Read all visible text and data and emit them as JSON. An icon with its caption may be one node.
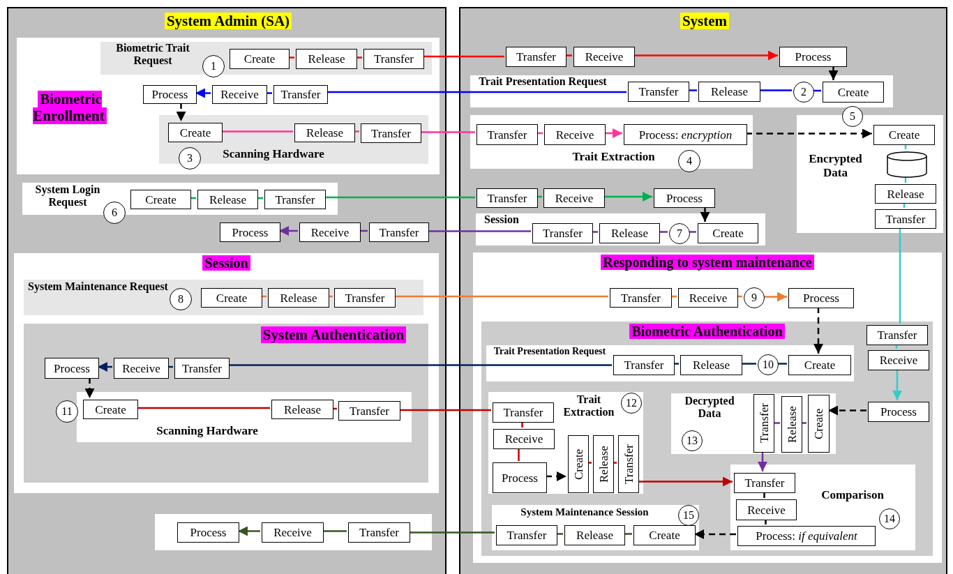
{
  "diagram": {
    "nodes": [
      {
        "text": [
          "System Admin (SA)"
        ]
      },
      {
        "text": [
          "System"
        ]
      },
      {
        "text": [
          "Biometric Enrollment"
        ],
        "in": 0
      },
      {
        "text": [
          "Biometric Trait Request"
        ],
        "in": 2
      },
      {
        "text": [
          "Create"
        ],
        "in": 3
      },
      {
        "text": [
          "Release"
        ],
        "in": 3
      },
      {
        "text": [
          "Transfer"
        ],
        "in": 3
      },
      {
        "text": [
          "1"
        ],
        "in": 3
      },
      {
        "text": [
          "Transfer"
        ],
        "in": 1
      },
      {
        "text": [
          "Receive"
        ],
        "in": 1
      },
      {
        "text": [
          "Process"
        ],
        "in": 1
      },
      {
        "text": [
          "Trait Presentation Request"
        ],
        "in": 1
      },
      {
        "text": [
          "Transfer"
        ],
        "in": 11
      },
      {
        "text": [
          "Release"
        ],
        "in": 11
      },
      {
        "text": [
          "2"
        ],
        "in": 11
      },
      {
        "text": [
          "Create"
        ],
        "in": 11
      },
      {
        "text": [
          "Process"
        ],
        "in": 2
      },
      {
        "text": [
          "Receive"
        ],
        "in": 2
      },
      {
        "text": [
          "Transfer"
        ],
        "in": 2
      },
      {
        "text": [
          "Scanning Hardware"
        ],
        "in": 2
      },
      {
        "text": [
          "Create"
        ],
        "in": 19
      },
      {
        "text": [
          "Release"
        ],
        "in": 19
      },
      {
        "text": [
          "Transfer"
        ],
        "in": 19
      },
      {
        "text": [
          "3"
        ],
        "in": 19
      },
      {
        "text": [
          "Trait Extraction"
        ],
        "in": 1
      },
      {
        "text": [
          "Transfer"
        ],
        "in": 24
      },
      {
        "text": [
          "Receive"
        ],
        "in": 24
      },
      {
        "text": [
          "Process: *encryption*"
        ],
        "in": 24
      },
      {
        "text": [
          "4"
        ],
        "in": 24
      },
      {
        "text": [
          "Encrypted Data"
        ],
        "in": 1
      },
      {
        "text": [
          "5"
        ],
        "in": 29
      },
      {
        "text": [
          "Create"
        ],
        "in": 29
      },
      {
        "text": [],
        "shape": "cylinder",
        "in": 29
      },
      {
        "text": [
          "Release"
        ],
        "in": 29
      },
      {
        "text": [
          "Transfer"
        ],
        "in": 29
      },
      {
        "text": [
          "System Login Request"
        ],
        "in": 0
      },
      {
        "text": [
          "Create"
        ],
        "in": 35
      },
      {
        "text": [
          "Release"
        ],
        "in": 35
      },
      {
        "text": [
          "Transfer"
        ],
        "in": 35
      },
      {
        "text": [
          "6"
        ],
        "in": 35
      },
      {
        "text": [
          "Transfer"
        ],
        "in": 1
      },
      {
        "text": [
          "Receive"
        ],
        "in": 1
      },
      {
        "text": [
          "Process"
        ],
        "in": 1
      },
      {
        "text": [
          "Session"
        ],
        "in": 1
      },
      {
        "text": [
          "Transfer"
        ],
        "in": 43
      },
      {
        "text": [
          "Release"
        ],
        "in": 43
      },
      {
        "text": [
          "7"
        ],
        "in": 43
      },
      {
        "text": [
          "Create"
        ],
        "in": 43
      },
      {
        "text": [
          "Process"
        ],
        "in": 0
      },
      {
        "text": [
          "Receive"
        ],
        "in": 0
      },
      {
        "text": [
          "Transfer"
        ],
        "in": 0
      },
      {
        "text": [
          "Session"
        ],
        "in": 0
      },
      {
        "text": [
          "System Maintenance Request"
        ],
        "in": 51
      },
      {
        "text": [
          "8"
        ],
        "in": 52
      },
      {
        "text": [
          "Create"
        ],
        "in": 52
      },
      {
        "text": [
          "Release"
        ],
        "in": 52
      },
      {
        "text": [
          "Transfer"
        ],
        "in": 52
      },
      {
        "text": [
          "System Authentication"
        ],
        "in": 51
      },
      {
        "text": [
          "Process"
        ],
        "in": 57
      },
      {
        "text": [
          "Receive"
        ],
        "in": 57
      },
      {
        "text": [
          "Transfer"
        ],
        "in": 57
      },
      {
        "text": [
          "Scanning Hardware"
        ],
        "in": 57
      },
      {
        "text": [
          "11"
        ],
        "in": 57
      },
      {
        "text": [
          "Create"
        ],
        "in": 61
      },
      {
        "text": [
          "Release"
        ],
        "in": 61
      },
      {
        "text": [
          "Transfer"
        ],
        "in": 61
      },
      {
        "text": [],
        "shape": "box",
        "in": 0
      },
      {
        "text": [
          "Process"
        ],
        "in": 66
      },
      {
        "text": [
          "Receive"
        ],
        "in": 66
      },
      {
        "text": [
          "Transfer"
        ],
        "in": 66
      },
      {
        "text": [
          "Responding to system maintenance"
        ],
        "in": 1
      },
      {
        "text": [
          "Transfer"
        ],
        "in": 70
      },
      {
        "text": [
          "Receive"
        ],
        "in": 70
      },
      {
        "text": [
          "9"
        ],
        "in": 70
      },
      {
        "text": [
          "Process"
        ],
        "in": 70
      },
      {
        "text": [
          "Biometric Authentication"
        ],
        "in": 70
      },
      {
        "text": [
          "Trait Presentation Request"
        ],
        "in": 75
      },
      {
        "text": [
          "Transfer"
        ],
        "in": 76
      },
      {
        "text": [
          "Release"
        ],
        "in": 76
      },
      {
        "text": [
          "10"
        ],
        "in": 76
      },
      {
        "text": [
          "Create"
        ],
        "in": 76
      },
      {
        "text": [
          "Trait Extraction"
        ],
        "in": 75
      },
      {
        "text": [
          "12"
        ],
        "in": 81
      },
      {
        "text": [
          "Transfer"
        ],
        "in": 81
      },
      {
        "text": [
          "Receive"
        ],
        "in": 81
      },
      {
        "text": [
          "Process"
        ],
        "in": 81
      },
      {
        "text": [
          "Create"
        ],
        "in": 81
      },
      {
        "text": [
          "Release"
        ],
        "in": 81
      },
      {
        "text": [
          "Transfer"
        ],
        "in": 81
      },
      {
        "text": [
          "Decrypted Data"
        ],
        "in": 75
      },
      {
        "text": [
          "13"
        ],
        "in": 89
      },
      {
        "text": [
          "Transfer"
        ],
        "in": 89
      },
      {
        "text": [
          "Release"
        ],
        "in": 89
      },
      {
        "text": [
          "Create"
        ],
        "in": 89
      },
      {
        "text": [
          "Comparison"
        ],
        "in": 75
      },
      {
        "text": [
          "14"
        ],
        "in": 94
      },
      {
        "text": [
          "Transfer"
        ],
        "in": 94
      },
      {
        "text": [
          "Receive"
        ],
        "in": 94
      },
      {
        "text": [
          "Process: *if equivalent*"
        ],
        "in": 94
      },
      {
        "text": [
          "System Maintenance Session"
        ],
        "in": 75
      },
      {
        "text": [
          "15"
        ],
        "in": 99
      },
      {
        "text": [
          "Transfer"
        ],
        "in": 99
      },
      {
        "text": [
          "Release"
        ],
        "in": 99
      },
      {
        "text": [
          "Create"
        ],
        "in": 99
      },
      {
        "text": [
          "Transfer"
        ],
        "in": 75
      },
      {
        "text": [
          "Receive"
        ],
        "in": 75
      },
      {
        "text": [
          "Process"
        ],
        "in": 75
      }
    ],
    "edges": [
      {
        "from": 4,
        "to": 5,
        "arrow": "none",
        "color": "#ff0000"
      },
      {
        "from": 5,
        "to": 6,
        "arrow": "none",
        "color": "#ff0000"
      },
      {
        "from": 6,
        "to": 8,
        "arrow": "none",
        "color": "#ff0000"
      },
      {
        "from": 8,
        "to": 9,
        "arrow": "none",
        "color": "#ff0000"
      },
      {
        "from": 9,
        "to": 10,
        "arrow": "to",
        "color": "#ff0000"
      },
      {
        "from": 10,
        "to": 15,
        "arrow": "to",
        "style": "dashed",
        "color": "#000000"
      },
      {
        "from": 15,
        "to": 14,
        "arrow": "none",
        "color": "#0000ff"
      },
      {
        "from": 14,
        "to": 13,
        "arrow": "none",
        "color": "#0000ff"
      },
      {
        "from": 13,
        "to": 12,
        "arrow": "none",
        "color": "#0000ff"
      },
      {
        "from": 12,
        "to": 18,
        "arrow": "none",
        "color": "#0000ff"
      },
      {
        "from": 18,
        "to": 17,
        "arrow": "none",
        "color": "#0000ff"
      },
      {
        "from": 17,
        "to": 16,
        "arrow": "to",
        "color": "#0000ff"
      },
      {
        "from": 16,
        "to": 20,
        "arrow": "to",
        "style": "dashed",
        "color": "#000000"
      },
      {
        "from": 20,
        "to": 21,
        "arrow": "none",
        "color": "#ff3399"
      },
      {
        "from": 21,
        "to": 22,
        "arrow": "none",
        "color": "#ff3399"
      },
      {
        "from": 22,
        "to": 25,
        "arrow": "none",
        "color": "#ff3399"
      },
      {
        "from": 25,
        "to": 26,
        "arrow": "none",
        "color": "#ff3399"
      },
      {
        "from": 26,
        "to": 27,
        "arrow": "to",
        "color": "#ff3399"
      },
      {
        "from": 27,
        "to": 31,
        "arrow": "to",
        "style": "dashed",
        "color": "#000000"
      },
      {
        "from": 31,
        "to": 32,
        "arrow": "none",
        "color": "#33cccc"
      },
      {
        "from": 32,
        "to": 33,
        "arrow": "none",
        "color": "#33cccc"
      },
      {
        "from": 33,
        "to": 34,
        "arrow": "none",
        "color": "#33cccc"
      },
      {
        "from": 34,
        "to": 104,
        "arrow": "none",
        "color": "#33cccc"
      },
      {
        "from": 104,
        "to": 105,
        "arrow": "none",
        "color": "#33cccc"
      },
      {
        "from": 105,
        "to": 106,
        "arrow": "to",
        "color": "#33cccc"
      },
      {
        "from": 36,
        "to": 37,
        "arrow": "none",
        "color": "#00b050"
      },
      {
        "from": 37,
        "to": 38,
        "arrow": "none",
        "color": "#00b050"
      },
      {
        "from": 38,
        "to": 40,
        "arrow": "none",
        "color": "#00b050"
      },
      {
        "from": 40,
        "to": 41,
        "arrow": "none",
        "color": "#00b050"
      },
      {
        "from": 41,
        "to": 42,
        "arrow": "to",
        "color": "#00b050"
      },
      {
        "from": 42,
        "to": 47,
        "arrow": "to",
        "style": "dashed",
        "color": "#000000"
      },
      {
        "from": 47,
        "to": 46,
        "arrow": "none",
        "color": "#7030a0"
      },
      {
        "from": 46,
        "to": 45,
        "arrow": "none",
        "color": "#7030a0"
      },
      {
        "from": 45,
        "to": 44,
        "arrow": "none",
        "color": "#7030a0"
      },
      {
        "from": 44,
        "to": 50,
        "arrow": "none",
        "color": "#7030a0"
      },
      {
        "from": 50,
        "to": 49,
        "arrow": "none",
        "color": "#7030a0"
      },
      {
        "from": 49,
        "to": 48,
        "arrow": "to",
        "color": "#7030a0"
      },
      {
        "from": 54,
        "to": 55,
        "arrow": "none",
        "color": "#ed7d31"
      },
      {
        "from": 55,
        "to": 56,
        "arrow": "none",
        "color": "#ed7d31"
      },
      {
        "from": 56,
        "to": 71,
        "arrow": "none",
        "color": "#ed7d31"
      },
      {
        "from": 71,
        "to": 72,
        "arrow": "none",
        "color": "#ed7d31"
      },
      {
        "from": 72,
        "to": 73,
        "arrow": "none",
        "color": "#ed7d31"
      },
      {
        "from": 73,
        "to": 74,
        "arrow": "to",
        "color": "#ed7d31"
      },
      {
        "from": 74,
        "to": 80,
        "arrow": "to",
        "style": "dashed",
        "color": "#000000"
      },
      {
        "from": 80,
        "to": 79,
        "arrow": "none",
        "color": "#002060"
      },
      {
        "from": 79,
        "to": 78,
        "arrow": "none",
        "color": "#002060"
      },
      {
        "from": 78,
        "to": 77,
        "arrow": "none",
        "color": "#002060"
      },
      {
        "from": 77,
        "to": 60,
        "arrow": "none",
        "color": "#002060"
      },
      {
        "from": 60,
        "to": 59,
        "arrow": "none",
        "color": "#002060"
      },
      {
        "from": 59,
        "to": 58,
        "arrow": "to",
        "color": "#002060"
      },
      {
        "from": 58,
        "to": 63,
        "arrow": "to",
        "style": "dashed",
        "color": "#000000"
      },
      {
        "from": 63,
        "to": 64,
        "arrow": "none",
        "color": "#c00000"
      },
      {
        "from": 64,
        "to": 65,
        "arrow": "none",
        "color": "#c00000"
      },
      {
        "from": 65,
        "to": 83,
        "arrow": "none",
        "color": "#c00000"
      },
      {
        "from": 83,
        "to": 84,
        "arrow": "none",
        "color": "#c00000"
      },
      {
        "from": 84,
        "to": 85,
        "arrow": "none",
        "color": "#c00000"
      },
      {
        "from": 85,
        "to": 86,
        "arrow": "to",
        "style": "dashed",
        "color": "#000000"
      },
      {
        "from": 86,
        "to": 87,
        "arrow": "none",
        "color": "#c00000"
      },
      {
        "from": 87,
        "to": 88,
        "arrow": "none",
        "color": "#c00000"
      },
      {
        "from": 88,
        "to": 96,
        "arrow": "to",
        "color": "#c00000"
      },
      {
        "from": 106,
        "to": 93,
        "arrow": "to",
        "style": "dashed",
        "color": "#000000"
      },
      {
        "from": 93,
        "to": 92,
        "arrow": "none",
        "color": "#7030a0"
      },
      {
        "from": 92,
        "to": 91,
        "arrow": "none",
        "color": "#7030a0"
      },
      {
        "from": 91,
        "to": 96,
        "arrow": "to",
        "color": "#7030a0"
      },
      {
        "from": 96,
        "to": 97,
        "arrow": "none",
        "color": "#000000"
      },
      {
        "from": 97,
        "to": 98,
        "arrow": "none",
        "color": "#000000"
      },
      {
        "from": 98,
        "to": 103,
        "arrow": "to",
        "style": "dashed",
        "color": "#000000"
      },
      {
        "from": 103,
        "to": 102,
        "arrow": "none",
        "color": "#375623"
      },
      {
        "from": 102,
        "to": 101,
        "arrow": "none",
        "color": "#375623"
      },
      {
        "from": 101,
        "to": 69,
        "arrow": "none",
        "color": "#375623"
      },
      {
        "from": 69,
        "to": 68,
        "arrow": "none",
        "color": "#375623"
      },
      {
        "from": 68,
        "to": 67,
        "arrow": "to",
        "color": "#375623"
      }
    ]
  }
}
